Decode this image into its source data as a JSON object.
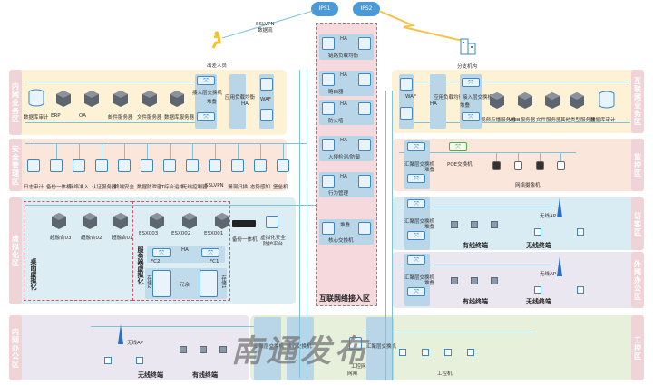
{
  "top": {
    "clouds": [
      "IPS1",
      "IPS2"
    ],
    "sslvpn_label": [
      "SSLVPN",
      "数据流"
    ],
    "traveler_label": "出差人员",
    "branch_label": "分支机构"
  },
  "zones": {
    "left": [
      "内网业务区",
      "安全管理区",
      "虚拟化区",
      "内网办公区"
    ],
    "right": [
      "互联网业务区",
      "监控区",
      "访客区",
      "外网办公区",
      "工控区"
    ],
    "center": "互联网络接入区"
  },
  "intranet_business": {
    "servers": [
      "数据库审计",
      "ERP",
      "OA",
      "邮件服务器",
      "文件服务器",
      "数据库服务器"
    ],
    "access_switch": "接入层交换机",
    "stack": "堆叠",
    "load_balancer": "应用负载均衡",
    "ha": "HA",
    "waf": "WAF"
  },
  "security_mgmt": {
    "devices": [
      "日志审计",
      "备份一体机",
      "网络准入",
      "认证服务器",
      "终端安全",
      "数据防泄密",
      "IT综合运维",
      "无线控制器",
      "SSLVPN",
      "漏洞扫描",
      "态势感知",
      "堡垒机"
    ]
  },
  "virtualization": {
    "desktop_nodes": [
      "超融合03",
      "超融合02",
      "超融合01"
    ],
    "desktop_label": "桌面虚拟化",
    "server_label": "服务器虚拟化",
    "esxi": [
      "ESX003",
      "ESX002",
      "ESX001"
    ],
    "fc": [
      "FC2",
      "FC1"
    ],
    "ha": "HA",
    "storage": [
      "存储2",
      "存储1"
    ],
    "redundancy": "冗余",
    "backup": "备份一体机",
    "virt_security": "虚拟化安全防护平台"
  },
  "core": {
    "groups": [
      {
        "ha": "HA",
        "name": "链路负载均衡"
      },
      {
        "ha": "HA",
        "name": "路由器"
      },
      {
        "ha": "HA",
        "name": "防火墙"
      },
      {
        "ha": "HA",
        "name": "入侵检测/防御"
      },
      {
        "ha": "HA",
        "name": "行为管理"
      },
      {
        "ha": "堆叠",
        "name": "核心交换机"
      }
    ]
  },
  "internet_business": {
    "waf": "WAF",
    "load_balancer": "应用负载均衡",
    "ha": "HA",
    "access_switch": "接入层交换机",
    "stack": "堆叠",
    "servers": [
      "视频点播服务器",
      "WEB服务器",
      "文件服务器",
      "其他类型服务器",
      "数据库审计"
    ]
  },
  "monitor": {
    "agg_switch": "汇聚层交换机",
    "stack": "堆叠",
    "poe": "POE交换机",
    "cameras_label": "网络摄像机"
  },
  "guest": {
    "agg_switch": "汇聚层交换机",
    "stack": "堆叠",
    "ap": "无线AP",
    "wired": "有线终端",
    "wireless": "无线终端"
  },
  "ext_office": {
    "agg_switch": "汇聚层交换机",
    "stack": "堆叠",
    "ap": "无线AP",
    "wired": "有线终端",
    "wireless": "无线终端"
  },
  "intranet_office": {
    "ap": "无线AP",
    "wireless": "无线终端",
    "wired": "有线终端",
    "agg_switch": "汇聚层交换机",
    "core_switch": "核心交换机",
    "gateway": "网闸"
  },
  "industrial": {
    "gateway": "工控网闸",
    "agg_switch": "汇聚层交换机",
    "machines": "工控机"
  },
  "watermark": "南通发布"
}
